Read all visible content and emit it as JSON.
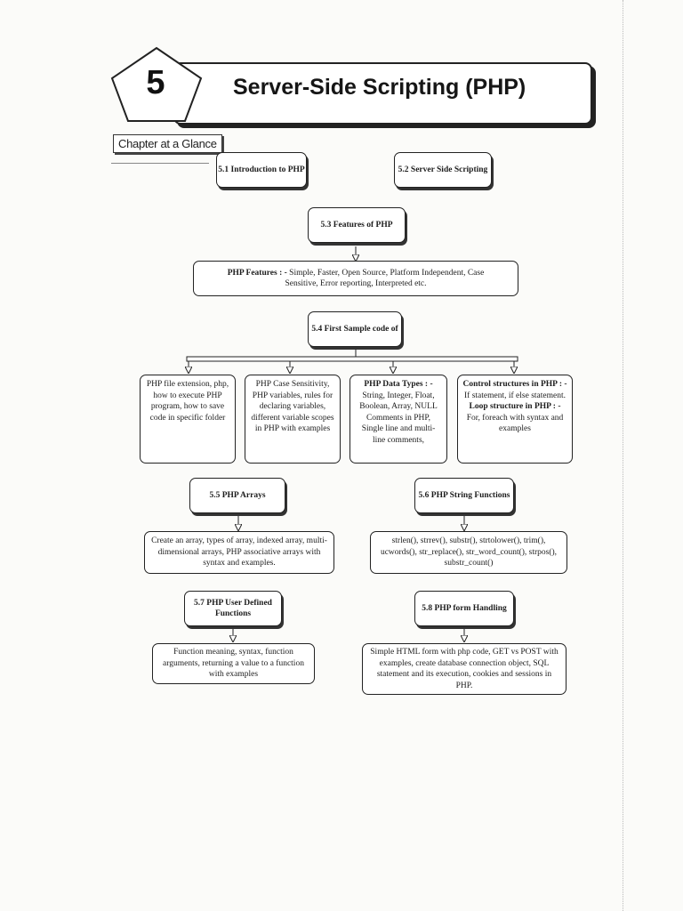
{
  "header": {
    "chapter_number": "5",
    "title": "Server-Side Scripting (PHP)",
    "glance_label": "Chapter at a Glance"
  },
  "sections": {
    "s51": "5.1  Introduction to PHP",
    "s52": "5.2  Server Side Scripting",
    "s53": "5.3  Features of PHP",
    "s54": "5.4 First Sample code of",
    "s55": "5.5 PHP Arrays",
    "s56": "5.6 PHP String Functions",
    "s57": "5.7  PHP User Defined Functions",
    "s58": "5.8  PHP form Handling"
  },
  "features": {
    "label": "PHP Features : -",
    "text": " Simple, Faster, Open Source, Platform Independent, Case Sensitive, Error reporting, Interpreted etc."
  },
  "topics": {
    "t1": "PHP file extension, php, how to execute PHP program, how to save code in specific folder",
    "t2": "PHP Case Sensitivity, PHP variables, rules for declaring variables, different variable scopes in PHP with examples",
    "t3_label": "PHP Data Types : -",
    "t3_text": "String, Integer, Float, Boolean, Array, NULL Comments in PHP, Single line and multi-line comments,",
    "t4_label1": "Control structures in PHP : -",
    "t4_text1": "If statement, if else statement.",
    "t4_label2": "Loop structure in PHP : -",
    "t4_text2": "For, foreach with syntax and examples"
  },
  "details": {
    "arrays": "Create an array, types of array, indexed array, multi-dimensional arrays, PHP associative arrays with syntax and examples.",
    "strings": "strlen(), strrev(), substr(), strtolower(), trim(), ucwords(), str_replace(), str_word_count(), strpos(), substr_count()",
    "functions": "Function meaning, syntax, function arguments, returning a value to a function with examples",
    "forms": "Simple HTML form with php code, GET vs POST with examples, create database connection object, SQL statement and its execution, cookies and sessions in PHP."
  }
}
